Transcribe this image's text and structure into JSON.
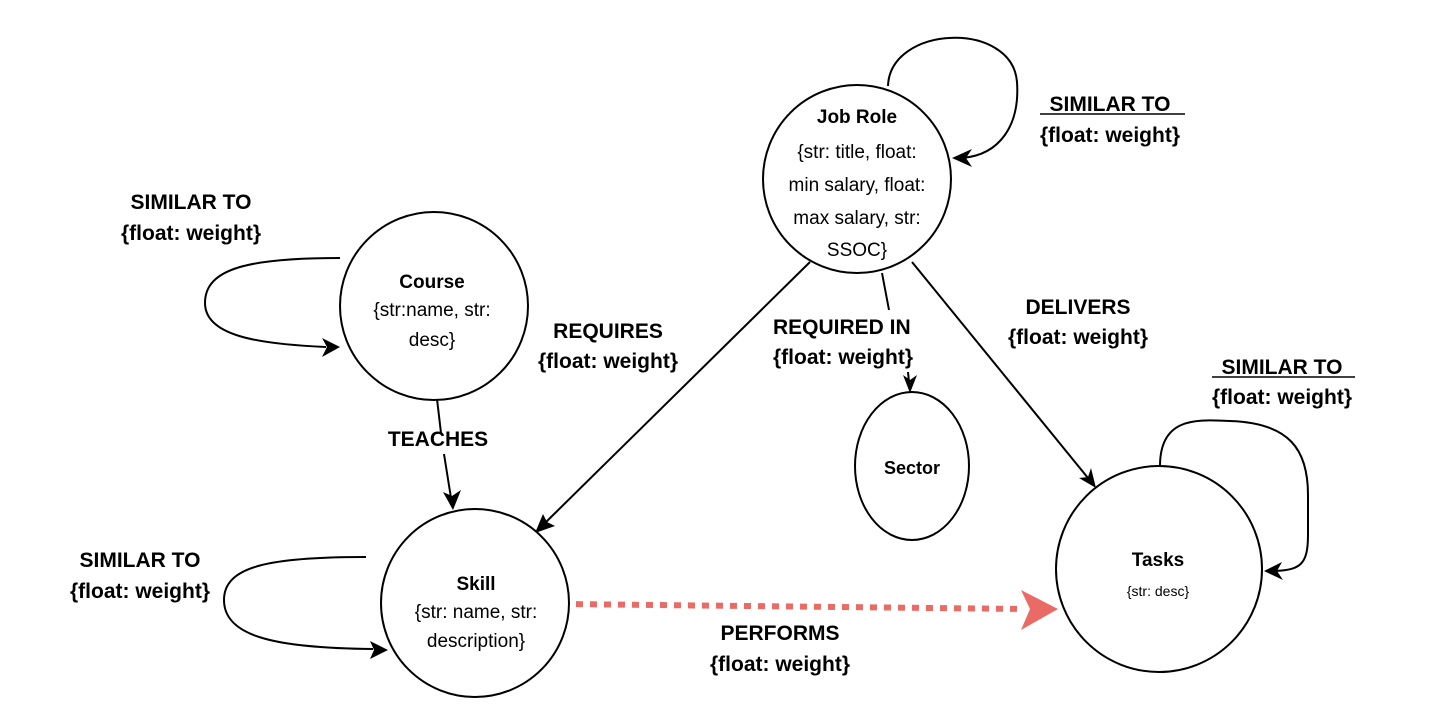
{
  "nodes": {
    "job_role": {
      "title": "Job Role",
      "attributes": [
        "{str: title, float:",
        "min salary, float:",
        "max salary, str:",
        "SSOC}"
      ]
    },
    "course": {
      "title": "Course",
      "attributes": [
        "{str:name, str:",
        "desc}"
      ]
    },
    "skill": {
      "title": "Skill",
      "attributes": [
        "{str: name, str:",
        "description}"
      ]
    },
    "sector": {
      "title": "Sector",
      "attributes": []
    },
    "tasks": {
      "title": "Tasks",
      "attributes": [
        "{str: desc}"
      ]
    }
  },
  "edges": {
    "job_role_similar": {
      "label": "SIMILAR TO",
      "property": "{float: weight}",
      "underlined": true,
      "from": "Job Role",
      "to": "Job Role"
    },
    "course_similar": {
      "label": "SIMILAR TO",
      "property": "{float: weight}",
      "underlined": false,
      "from": "Course",
      "to": "Course"
    },
    "skill_similar": {
      "label": "SIMILAR TO",
      "property": "{float: weight}",
      "underlined": false,
      "from": "Skill",
      "to": "Skill"
    },
    "tasks_similar": {
      "label": "SIMILAR TO",
      "property": "{float: weight}",
      "underlined": true,
      "from": "Tasks",
      "to": "Tasks"
    },
    "teaches": {
      "label": "TEACHES",
      "from": "Course",
      "to": "Skill"
    },
    "requires": {
      "label": "REQUIRES",
      "property": "{float: weight}",
      "from": "Job Role",
      "to": "Skill"
    },
    "required_in": {
      "label": "REQUIRED IN",
      "property": "{float: weight}",
      "from": "Job Role",
      "to": "Sector"
    },
    "delivers": {
      "label": "DELIVERS",
      "property": "{float: weight}",
      "from": "Job Role",
      "to": "Tasks"
    },
    "performs": {
      "label": "PERFORMS",
      "property": "{float: weight}",
      "from": "Skill",
      "to": "Tasks",
      "style": "dotted",
      "color": "#ea6b66"
    }
  }
}
